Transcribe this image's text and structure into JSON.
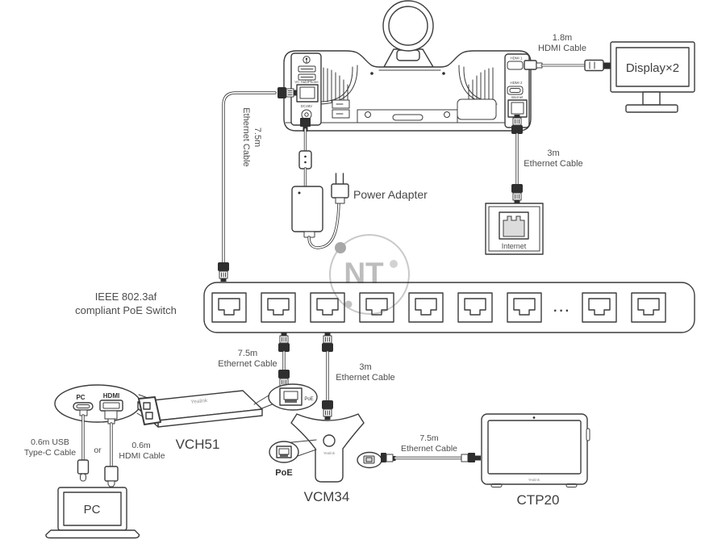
{
  "colors": {
    "line": "#3c3c3c",
    "label": "#4d4d4d",
    "watermark": "#bdbdbd"
  },
  "watermark": {
    "text": "NT"
  },
  "meeting_bar": {
    "ports": {
      "vc_hub_phone": "VC Hub/Phone",
      "dc48v": "DC48V",
      "hdmi1": "HDMI 1",
      "hdmi2": "HDMI 2",
      "internet": "Internet"
    }
  },
  "display": {
    "label": "Display×2"
  },
  "power_adapter": {
    "label": "Power Adapter"
  },
  "internet_outlet": {
    "label": "Internet"
  },
  "poe_switch": {
    "label_line1": "IEEE 802.3af",
    "label_line2": "compliant PoE Switch",
    "ellipsis": "···"
  },
  "vch51": {
    "name": "VCH51",
    "brand": "Yealink",
    "pc_port": "PC",
    "hdmi_port": "HDMI",
    "poe_port": "PoE"
  },
  "vcm34": {
    "name": "VCM34",
    "brand": "Yealink",
    "poe_port": "PoE"
  },
  "ctp20": {
    "name": "CTP20",
    "brand": "Yealink"
  },
  "laptop": {
    "label": "PC"
  },
  "cables": {
    "display_hdmi": {
      "line1": "1.8m",
      "line2": "HDMI Cable"
    },
    "bar_to_switch": {
      "line1": "7.5m",
      "line2": "Ethernet Cable"
    },
    "bar_to_internet": {
      "line1": "3m",
      "line2": "Ethernet Cable"
    },
    "switch_to_vch51": {
      "line1": "7.5m",
      "line2": "Ethernet Cable"
    },
    "switch_to_vcm34": {
      "line1": "3m",
      "line2": "Ethernet Cable"
    },
    "vcm34_to_ctp20": {
      "line1": "7.5m",
      "line2": "Ethernet Cable"
    },
    "usb_typec": {
      "line1": "0.6m USB",
      "line2": "Type-C Cable"
    },
    "or_label": "or",
    "hdmi_06": {
      "line1": "0.6m",
      "line2": "HDMI Cable"
    }
  }
}
